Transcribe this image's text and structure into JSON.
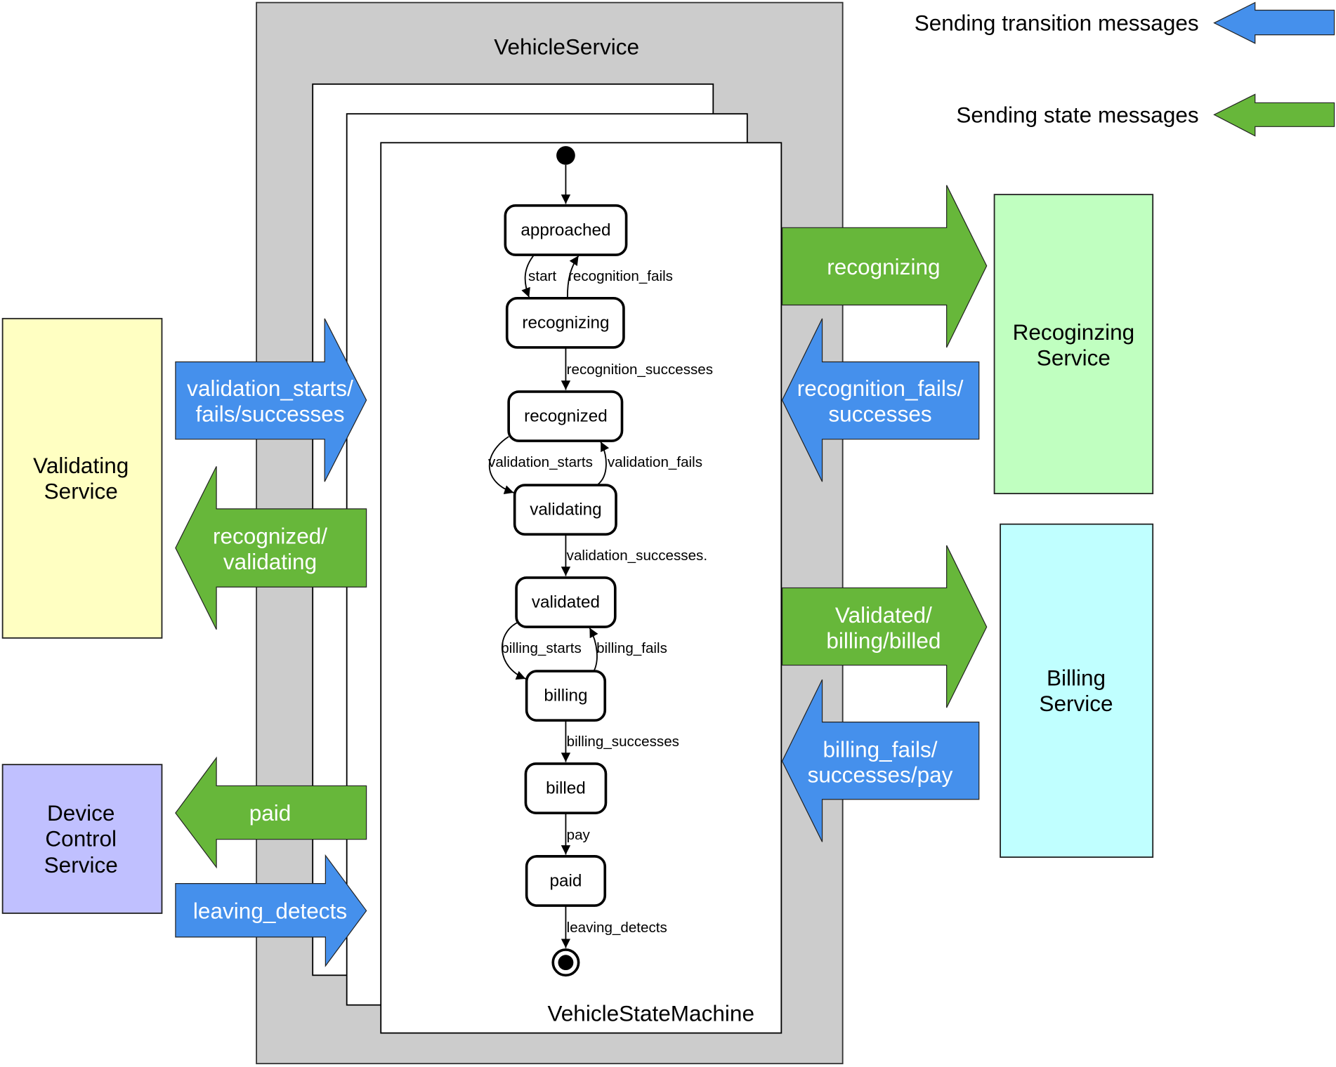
{
  "diagram": {
    "container_title": "VehicleService",
    "state_machine_title": "VehicleStateMachine"
  },
  "states": [
    "approached",
    "recognizing",
    "recognized",
    "validating",
    "validated",
    "billing",
    "billed",
    "paid"
  ],
  "transitions": [
    "start",
    "recognition_fails",
    "recognition_successes",
    "validation_starts",
    "validation_fails",
    "validation_successes.",
    "billing_starts",
    "billing_fails",
    "billing_successes",
    "pay",
    "leaving_detects"
  ],
  "services": {
    "validating": [
      "Validating",
      "Service"
    ],
    "device_control": [
      "Device",
      "Control",
      "Service"
    ],
    "recognizing": [
      "Recoginzing",
      "Service"
    ],
    "billing": [
      "Billing",
      "Service"
    ]
  },
  "messages": {
    "validating_transition": [
      "validation_starts/",
      "fails/successes"
    ],
    "validating_state": [
      "recognized/",
      "validating"
    ],
    "device_state": [
      "paid"
    ],
    "device_transition": [
      "leaving_detects"
    ],
    "recognizing_state": [
      "recognizing"
    ],
    "recognizing_transition": [
      "recognition_fails/",
      "successes"
    ],
    "billing_state": [
      "Validated/",
      "billing/billed"
    ],
    "billing_transition": [
      "billing_fails/",
      "successes/pay"
    ]
  },
  "legend": {
    "transition_label": "Sending transition messages",
    "state_label": "Sending state messages"
  },
  "colors": {
    "container": "#cccccc",
    "transition_message": "#4590ec",
    "state_message": "#67b73a",
    "validating_service": "#ffffc2",
    "device_control_service": "#c0c0ff",
    "recognizing_service": "#c0ffc0",
    "billing_service": "#c0ffff"
  }
}
